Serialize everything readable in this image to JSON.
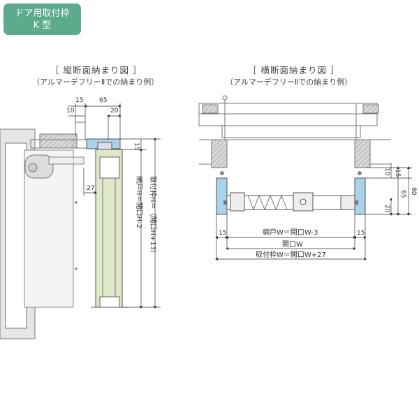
{
  "badge": {
    "line1": "ドア用取付枠",
    "line2": "K 型"
  },
  "vertical": {
    "title": "［ 縦断面納まり図 ］",
    "subtitle": "（アルマーデフリーⅡでの納まり例）",
    "dims": {
      "d15": "15",
      "d65": "65",
      "d10": "10",
      "d20": "20",
      "d27": "27",
      "d15b": "15"
    },
    "label_screen_h": "網戸H＝開口H-2",
    "label_frame_h": "取付枠H＝（開口H+13）"
  },
  "horizontal": {
    "title": "［ 横断面納まり図 ］",
    "subtitle": "（アルマーデフリーⅡでの納まり例）",
    "dims": {
      "d10": "10",
      "d15": "15",
      "d65": "65",
      "d80": "80",
      "d20": "20",
      "left15": "15",
      "right15": "15"
    },
    "label_screen_w": "網戸W＝開口W-3",
    "label_opening_w": "開口W",
    "label_frame_w": "取付枠W＝開口W+27"
  },
  "colors": {
    "accent": "#5bab8c",
    "frame_blue": "#a9d3e8",
    "screen_green": "#dfe8c8"
  }
}
